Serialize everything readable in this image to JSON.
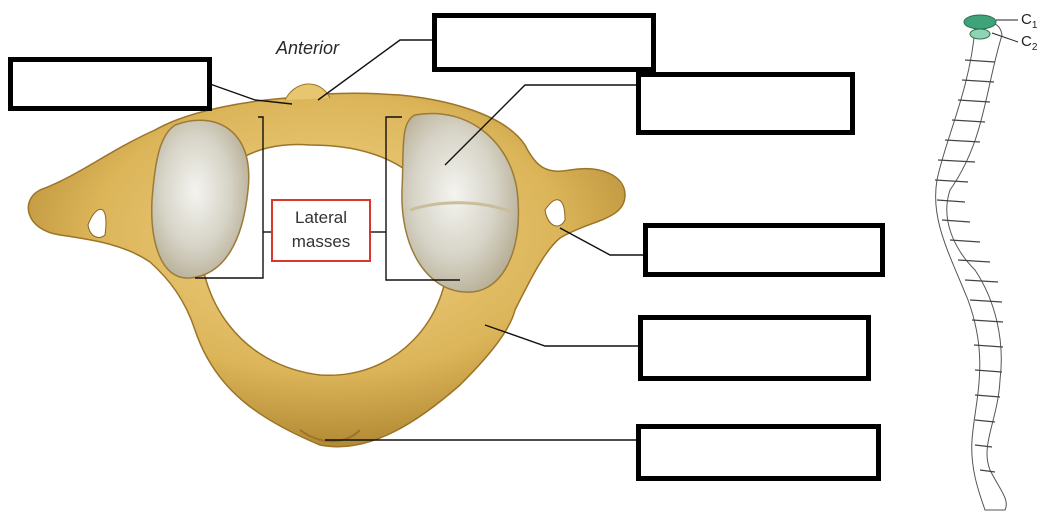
{
  "diagram": {
    "anterior_label": "Anterior",
    "lateral_masses": {
      "line1": "Lateral",
      "line2": "masses"
    },
    "blank_labels": [
      "",
      "",
      "",
      "",
      "",
      "",
      ""
    ],
    "spine_labels": [
      {
        "letter": "C",
        "sub": "1"
      },
      {
        "letter": "C",
        "sub": "2"
      }
    ],
    "colors": {
      "bone": "#e6c46a",
      "bone_shadow": "#b08a35",
      "facet": "#dcdcd2",
      "highlight_green": "#3fa37a",
      "lateral_border": "#d8372b"
    }
  }
}
